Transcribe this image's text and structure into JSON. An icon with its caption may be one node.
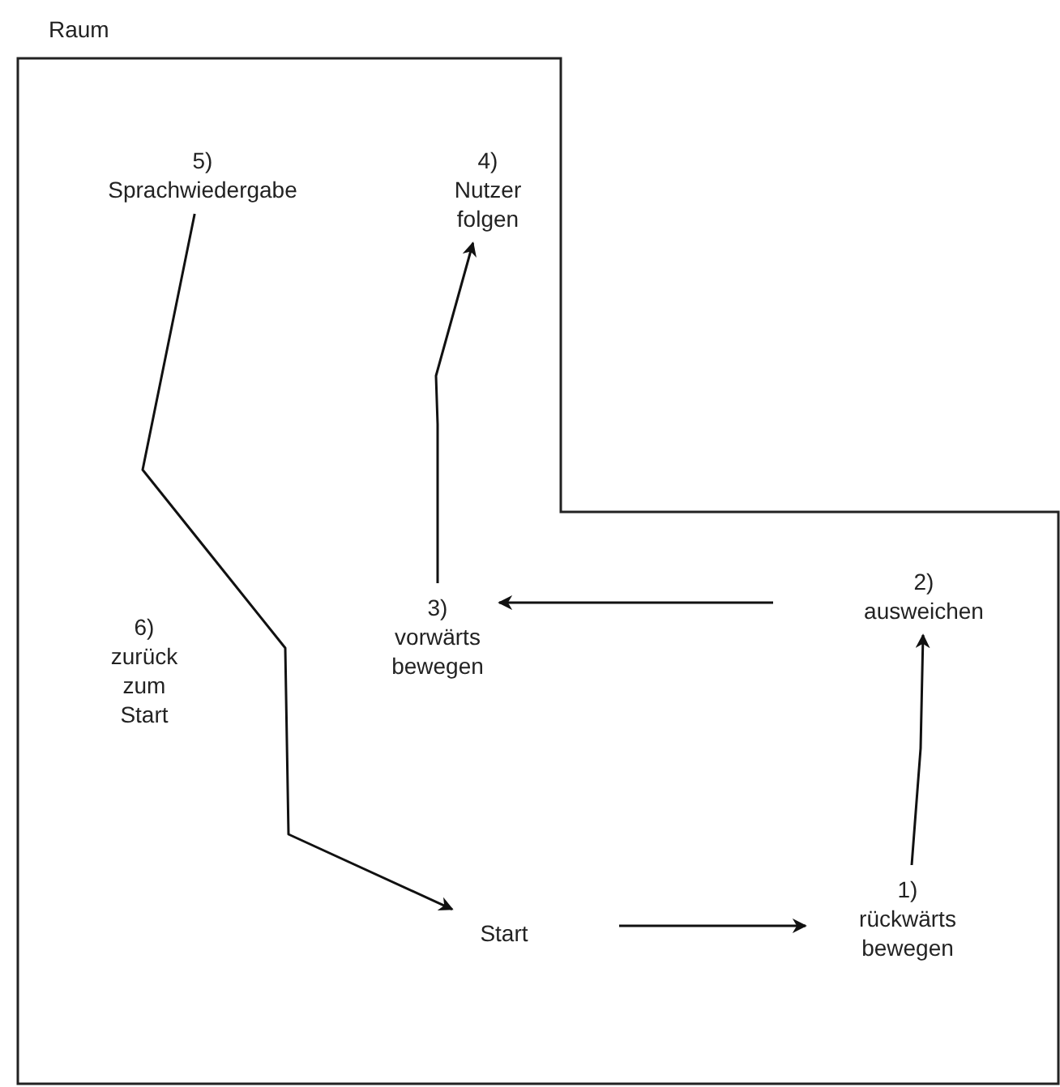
{
  "diagram": {
    "nodes": [
      {
        "text": [
          "Raum"
        ]
      },
      {
        "text": [
          "Start"
        ],
        "in": 0
      },
      {
        "text": [
          "1)",
          "rückwärts bewegen"
        ],
        "in": 0
      },
      {
        "text": [
          "2)",
          "ausweichen"
        ],
        "in": 0
      },
      {
        "text": [
          "3)",
          "vorwärts bewegen"
        ],
        "in": 0
      },
      {
        "text": [
          "4)",
          "Nutzer folgen"
        ],
        "in": 0
      },
      {
        "text": [
          "5)",
          "Sprachwiedergabe"
        ],
        "in": 0
      }
    ],
    "edges": [
      {
        "from": 1,
        "to": 2,
        "arrow": "to"
      },
      {
        "from": 2,
        "to": 3,
        "arrow": "to"
      },
      {
        "from": 3,
        "to": 4,
        "arrow": "to"
      },
      {
        "from": 4,
        "to": 5,
        "arrow": "to"
      },
      {
        "from": 6,
        "to": 1,
        "arrow": "to",
        "label": "6) zurück zum Start"
      }
    ]
  }
}
